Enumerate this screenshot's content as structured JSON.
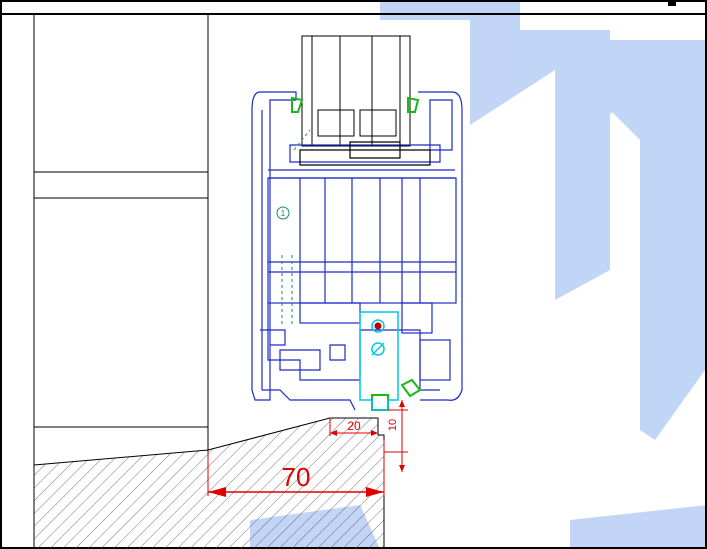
{
  "drawing": {
    "dimensions": {
      "sill_width": "70",
      "step_width": "20",
      "step_height": "10"
    },
    "markers": {
      "circle_label": "1"
    },
    "colors": {
      "profile": "#1c2bc8",
      "gasket": "#18b818",
      "reinforcement": "#00c8e8",
      "dimension": "#e00000",
      "watermark": "#8fb3f0",
      "hatch": "#444444",
      "outline": "#000000",
      "dashed": "#1a8a6a"
    }
  }
}
